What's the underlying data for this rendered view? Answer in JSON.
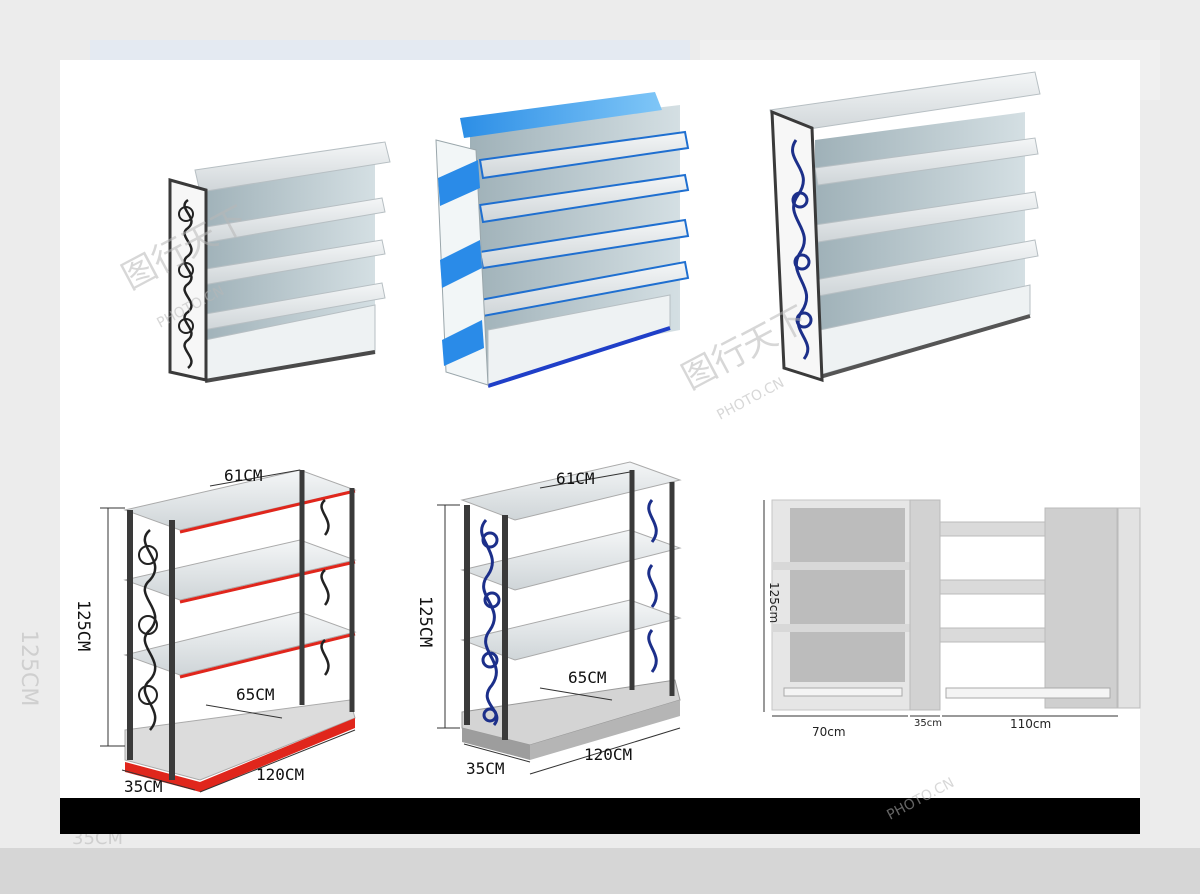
{
  "watermark": {
    "brand": "图行天下",
    "sub": "PHOTO.CN"
  },
  "colors": {
    "accent_red": "#e0261c",
    "accent_blue": "#1f8fe0",
    "accent_navy": "#1c2f8a",
    "frame_dark": "#3a3a3a"
  },
  "shelf_1": {
    "w": "61CM",
    "h": "125CM",
    "d1": "65CM",
    "d2": "35CM",
    "len": "120CM"
  },
  "shelf_2": {
    "w": "61CM",
    "h": "125CM",
    "d1": "65CM",
    "d2": "35CM",
    "len": "120CM"
  },
  "shelf_3": {
    "h": "125cm",
    "a": "70cm",
    "b": "35cm",
    "c": "110cm"
  },
  "background": {
    "ghost_h": "125CM",
    "ghost_d": "35CM"
  }
}
